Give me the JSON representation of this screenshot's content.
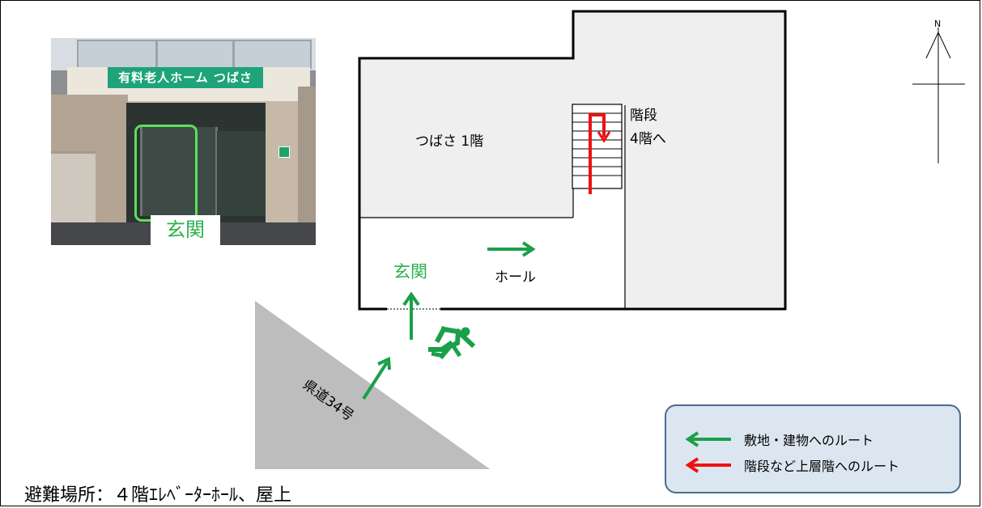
{
  "photo": {
    "sign_text": "有料老人ホーム つばさ",
    "entrance_label": "玄関"
  },
  "map": {
    "floor_label": "つばさ 1階",
    "stairs_label": "階段",
    "stairs_dest": "4階へ",
    "hall_label": "ホール",
    "entrance_label": "玄関",
    "road_label": "県道34号",
    "compass_label": "N"
  },
  "colors": {
    "route_green": "#1aa04a",
    "upper_route_red": "#ee1111",
    "building_fill": "#efefef",
    "road_fill": "#bdbdbd",
    "legend_fill": "#dce6f0",
    "legend_border": "#4a6a92",
    "entrance_green": "#2bb24c"
  },
  "icons": {
    "runner": "running-person-icon",
    "compass": "compass-north-icon"
  },
  "legend": {
    "green_route": "敷地・建物へのルート",
    "red_route": "階段など上層階へのルート"
  },
  "footer": {
    "refuge": "避難場所：４階ｴﾚﾍﾞｰﾀｰﾎｰﾙ、屋上"
  }
}
